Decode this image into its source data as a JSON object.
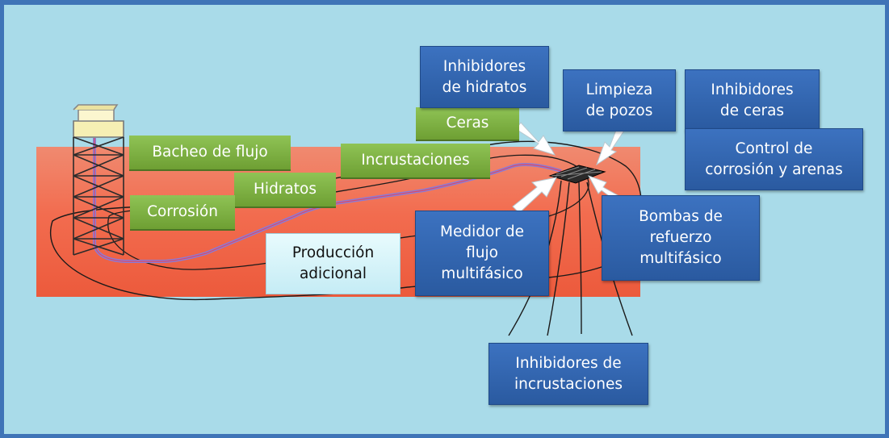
{
  "diagram": {
    "colors": {
      "background": "#a9dbe9",
      "frame": "#3f74b7",
      "seabed": "#f26c4f",
      "label_green": "#7fb243",
      "label_blue": "#2f62ad",
      "label_light": "#d8f5fa",
      "pipeline": "#8a7bd8"
    },
    "icons": [
      "platform-icon",
      "wellhead-manifold-icon",
      "arrow-icon"
    ],
    "labels": {
      "bacheo": "Bacheo de flujo",
      "hidratos": "Hidratos",
      "corrosion": "Corrosión",
      "incrustaciones": "Incrustaciones",
      "ceras": "Ceras",
      "inhibidores_hidratos": "Inhibidores\nde hidratos",
      "limpieza": "Limpieza\nde pozos",
      "inhibidores_ceras": "Inhibidores\nde ceras",
      "control_corrosion": "Control de\ncorrosión y arenas",
      "medidor": "Medidor de\nflujo\nmultifásico",
      "bombas": "Bombas de\nrefuerzo\nmultifásico",
      "produccion": "Producción\nadicional",
      "inhibidores_incrustaciones": "Inhibidores de\nincrustaciones"
    }
  }
}
